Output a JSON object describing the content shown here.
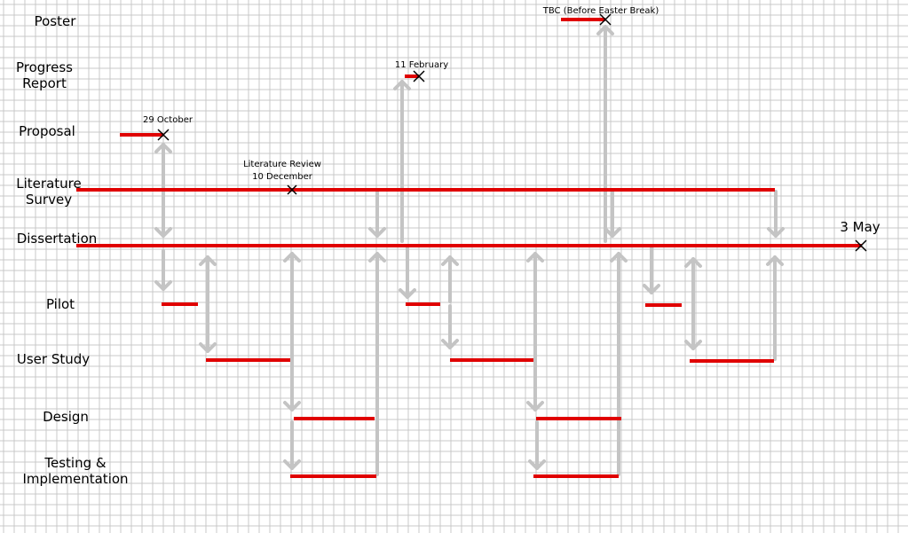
{
  "rows": [
    {
      "id": "poster",
      "lines": [
        "Poster"
      ]
    },
    {
      "id": "progress-report",
      "lines": [
        "Progress",
        "Report"
      ]
    },
    {
      "id": "proposal",
      "lines": [
        "Proposal"
      ]
    },
    {
      "id": "literature-survey",
      "lines": [
        "Literature",
        "Survey"
      ]
    },
    {
      "id": "dissertation",
      "lines": [
        "Dissertation"
      ]
    },
    {
      "id": "pilot",
      "lines": [
        "Pilot"
      ]
    },
    {
      "id": "user-study",
      "lines": [
        "User Study"
      ]
    },
    {
      "id": "design",
      "lines": [
        "Design"
      ]
    },
    {
      "id": "testing-implementation",
      "lines": [
        "Testing &",
        "Implementation"
      ]
    }
  ],
  "milestones": [
    {
      "id": "proposal-deadline",
      "lines": [
        "29 October"
      ]
    },
    {
      "id": "literature-review-deadline",
      "lines": [
        "Literature Review",
        "10 December"
      ]
    },
    {
      "id": "progress-report-deadline",
      "lines": [
        "11 February"
      ]
    },
    {
      "id": "poster-deadline",
      "lines": [
        "TBC (Before Easter Break)"
      ]
    },
    {
      "id": "dissertation-deadline",
      "lines": [
        "3 May"
      ]
    }
  ],
  "colors": {
    "task": "#e00000",
    "flow": "#c4c4c4",
    "grid": "#c8c8c8",
    "marker": "#000000"
  }
}
